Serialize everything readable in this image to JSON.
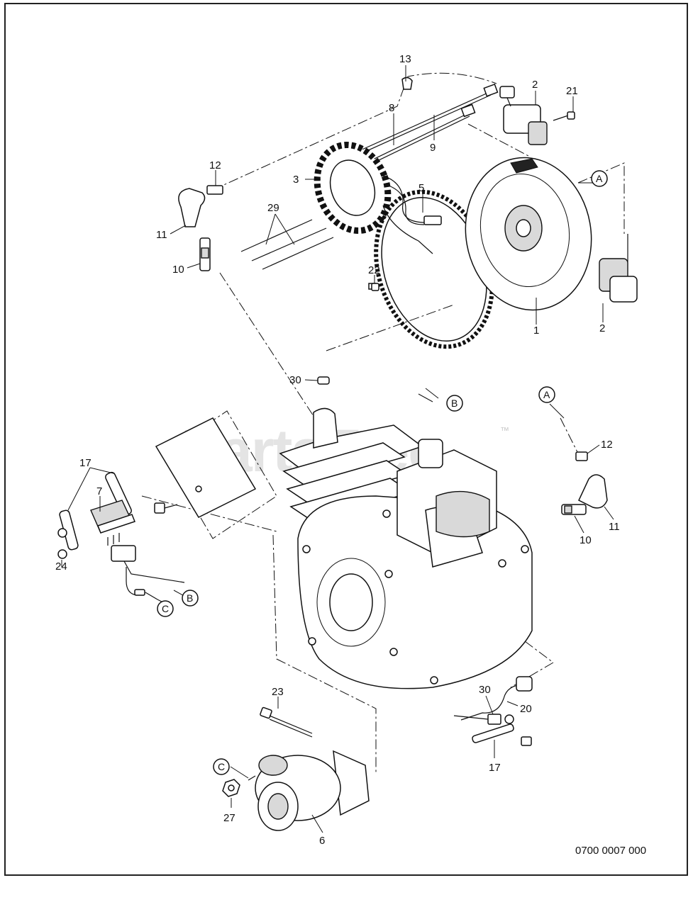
{
  "watermark": {
    "text": "PartsTree",
    "trademark": "™"
  },
  "reference_code": "0700 0007 000",
  "callouts": {
    "c13": "13",
    "c2a": "2",
    "c21": "21",
    "c8": "8",
    "c9": "9",
    "c12a": "12",
    "c29": "29",
    "c5": "5",
    "c11a": "11",
    "c10a": "10",
    "c22": "22",
    "c3": "3",
    "c1": "1",
    "c2b": "2",
    "c30a": "30",
    "c17a": "17",
    "c7": "7",
    "c24": "24",
    "c12b": "12",
    "c11b": "11",
    "c10b": "10",
    "c23": "23",
    "c30b": "30",
    "c20": "20",
    "c17b": "17",
    "c27": "27",
    "c6": "6"
  },
  "connectors": {
    "a1": "A",
    "a2": "A",
    "b1": "B",
    "b2": "B",
    "c1": "C",
    "c2": "C"
  },
  "parts": {
    "flywheel": "1",
    "ignition_coil": "2",
    "stator": "3",
    "ring_gear": "5",
    "starter_motor": "6",
    "regulator": "7",
    "spark_plug": "10",
    "spark_plug_cap": "11"
  }
}
